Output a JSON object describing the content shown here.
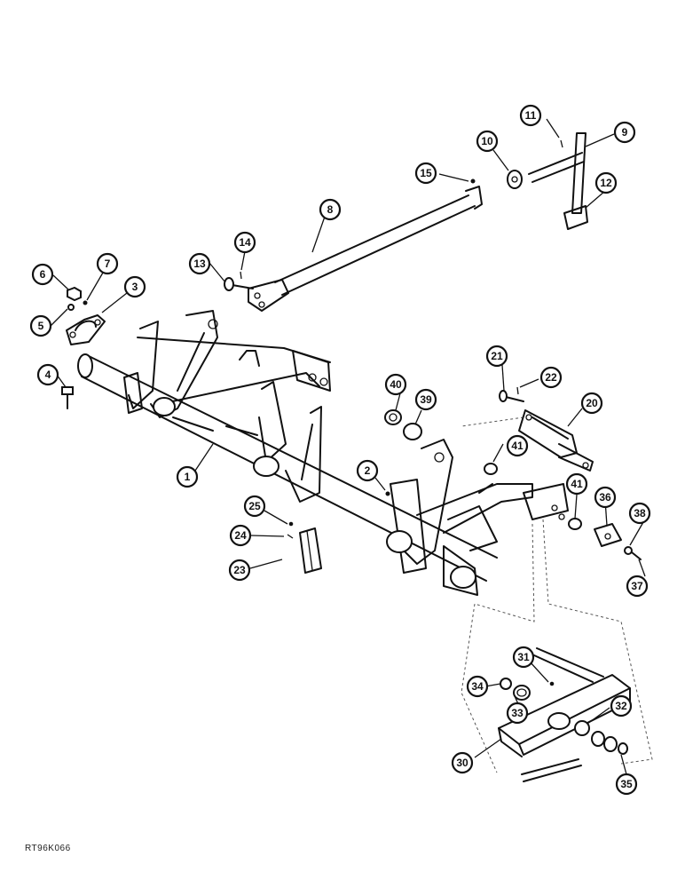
{
  "reference_code": "RT96K066",
  "callouts": [
    {
      "id": "c1",
      "label": "1"
    },
    {
      "id": "c2",
      "label": "2"
    },
    {
      "id": "c3",
      "label": "3"
    },
    {
      "id": "c4",
      "label": "4"
    },
    {
      "id": "c5",
      "label": "5"
    },
    {
      "id": "c6",
      "label": "6"
    },
    {
      "id": "c7",
      "label": "7"
    },
    {
      "id": "c8",
      "label": "8"
    },
    {
      "id": "c9",
      "label": "9"
    },
    {
      "id": "c10",
      "label": "10"
    },
    {
      "id": "c11",
      "label": "11"
    },
    {
      "id": "c12",
      "label": "12"
    },
    {
      "id": "c13",
      "label": "13"
    },
    {
      "id": "c14",
      "label": "14"
    },
    {
      "id": "c15",
      "label": "15"
    },
    {
      "id": "c20",
      "label": "20"
    },
    {
      "id": "c21",
      "label": "21"
    },
    {
      "id": "c22",
      "label": "22"
    },
    {
      "id": "c23",
      "label": "23"
    },
    {
      "id": "c24",
      "label": "24"
    },
    {
      "id": "c25",
      "label": "25"
    },
    {
      "id": "c30",
      "label": "30"
    },
    {
      "id": "c31",
      "label": "31"
    },
    {
      "id": "c32",
      "label": "32"
    },
    {
      "id": "c33",
      "label": "33"
    },
    {
      "id": "c34",
      "label": "34"
    },
    {
      "id": "c35",
      "label": "35"
    },
    {
      "id": "c36",
      "label": "36"
    },
    {
      "id": "c37",
      "label": "37"
    },
    {
      "id": "c38",
      "label": "38"
    },
    {
      "id": "c39",
      "label": "39"
    },
    {
      "id": "c40",
      "label": "40"
    },
    {
      "id": "c41a",
      "label": "41"
    },
    {
      "id": "c41b",
      "label": "41"
    }
  ]
}
